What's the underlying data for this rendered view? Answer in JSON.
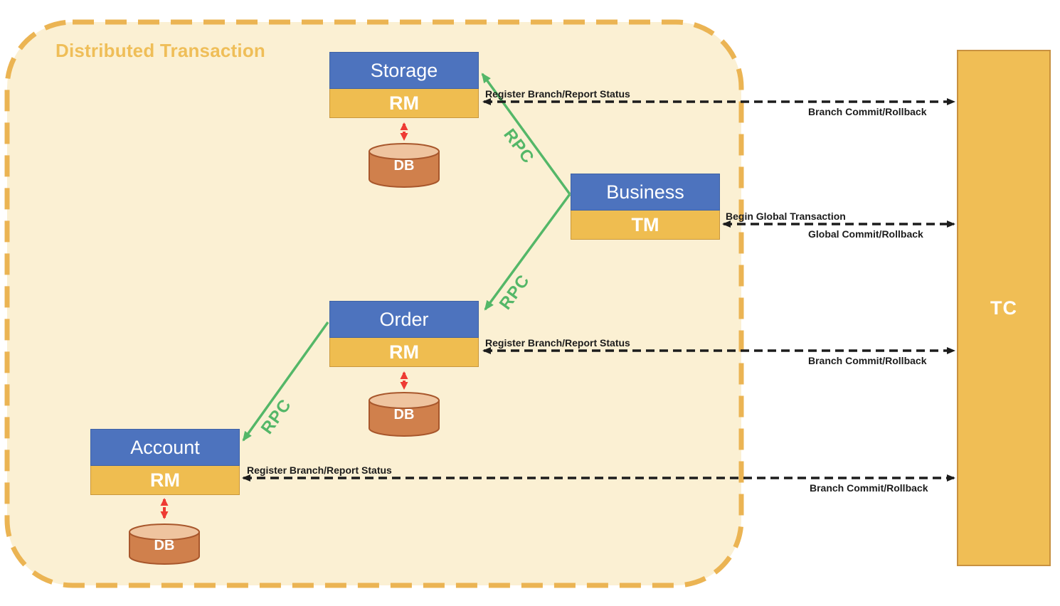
{
  "diagram": {
    "title": "Distributed Transaction",
    "tc_label": "TC",
    "rpc_label": "RPC",
    "services": {
      "storage": {
        "name": "Storage",
        "role": "RM",
        "db": "DB"
      },
      "business": {
        "name": "Business",
        "role": "TM"
      },
      "order": {
        "name": "Order",
        "role": "RM",
        "db": "DB"
      },
      "account": {
        "name": "Account",
        "role": "RM",
        "db": "DB"
      }
    },
    "edges": {
      "storage_tc": {
        "top": "Register Branch/Report Status",
        "bottom": "Branch Commit/Rollback"
      },
      "business_tc": {
        "top": "Begin Global Transaction",
        "bottom": "Global Commit/Rollback"
      },
      "order_tc": {
        "top": "Register Branch/Report Status",
        "bottom": "Branch Commit/Rollback"
      },
      "account_tc": {
        "top": "Register Branch/Report Status",
        "bottom": "Branch Commit/Rollback"
      }
    },
    "colors": {
      "container_fill": "#FBF0D3",
      "container_border": "#EBB453",
      "service_blue": "#4D73BE",
      "service_yellow": "#EFBD50",
      "tc_fill": "#F0BE55",
      "rpc_green": "#54B768",
      "rm_db_red": "#EE3B33",
      "db_body": "#D0804C",
      "db_top": "#EFC49F",
      "db_outline": "#A8572C",
      "arrow_black": "#1C1C1C"
    }
  }
}
